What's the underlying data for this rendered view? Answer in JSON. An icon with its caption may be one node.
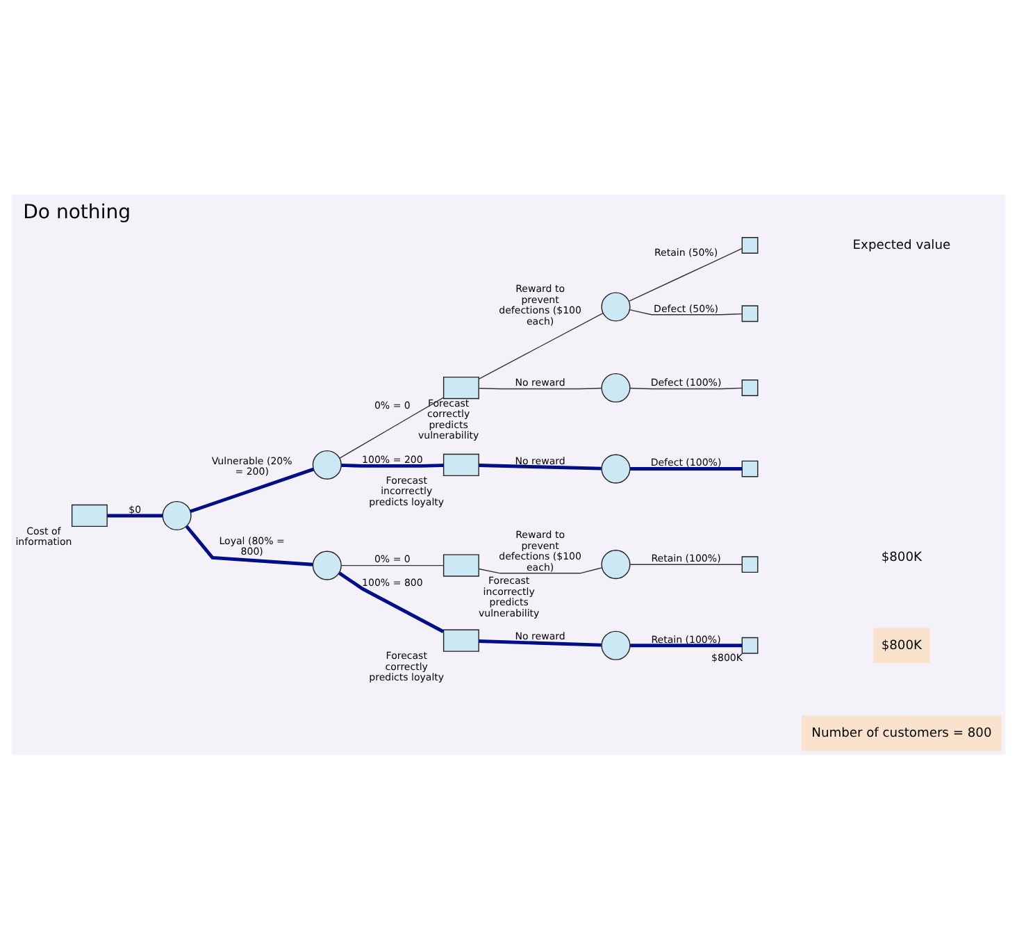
{
  "diagram": {
    "title": "Do nothing",
    "nodes": [
      {
        "text": [],
        "shape": "box",
        "beside": [
          "Cost of information"
        ]
      },
      {
        "text": [],
        "shape": "circle"
      },
      {
        "text": [],
        "shape": "circle"
      },
      {
        "text": [],
        "shape": "circle"
      },
      {
        "text": [],
        "shape": "box",
        "beside": [
          "Forecast correctly predicts vulnerability"
        ]
      },
      {
        "text": [],
        "shape": "box",
        "beside": [
          "Forecast incorrectly predicts loyalty"
        ]
      },
      {
        "text": [],
        "shape": "box",
        "beside": [
          "Forecast incorrectly predicts vulnerability"
        ]
      },
      {
        "text": [],
        "shape": "box",
        "beside": [
          "Forecast correctly predicts loyalty"
        ]
      },
      {
        "text": [],
        "shape": "circle"
      },
      {
        "text": [],
        "shape": "circle"
      },
      {
        "text": [],
        "shape": "circle"
      },
      {
        "text": [],
        "shape": "circle"
      },
      {
        "text": [],
        "shape": "circle"
      },
      {
        "text": [],
        "shape": "box"
      },
      {
        "text": [],
        "shape": "box"
      },
      {
        "text": [],
        "shape": "box"
      },
      {
        "text": [],
        "shape": "box"
      },
      {
        "text": [],
        "shape": "box"
      },
      {
        "text": [],
        "shape": "box",
        "beside": [
          "$800K"
        ]
      }
    ],
    "edges": [
      {
        "from": 0,
        "to": 1,
        "arrow": "none",
        "label": "$0",
        "style": "thick",
        "color": "#000e8a"
      },
      {
        "from": 1,
        "to": 2,
        "arrow": "none",
        "label": "Vulnerable (20% = 200)",
        "style": "thick",
        "color": "#000e8a"
      },
      {
        "from": 1,
        "to": 3,
        "arrow": "none",
        "label": "Loyal (80% = 800)",
        "style": "thick",
        "color": "#000e8a"
      },
      {
        "from": 2,
        "to": 4,
        "arrow": "none",
        "label": "0% = 0"
      },
      {
        "from": 2,
        "to": 5,
        "arrow": "none",
        "label": "100% = 200",
        "style": "thick",
        "color": "#000e8a"
      },
      {
        "from": 3,
        "to": 6,
        "arrow": "none",
        "label": "0% = 0"
      },
      {
        "from": 3,
        "to": 7,
        "arrow": "none",
        "label": "100% = 800",
        "style": "thick",
        "color": "#000e8a"
      },
      {
        "from": 4,
        "to": 8,
        "arrow": "none",
        "label": "Reward to prevent defections ($100 each)"
      },
      {
        "from": 4,
        "to": 9,
        "arrow": "none",
        "label": "No reward"
      },
      {
        "from": 5,
        "to": 10,
        "arrow": "none",
        "label": "No reward",
        "style": "thick",
        "color": "#000e8a"
      },
      {
        "from": 6,
        "to": 11,
        "arrow": "none",
        "label": "Reward to prevent defections ($100 each)"
      },
      {
        "from": 7,
        "to": 12,
        "arrow": "none",
        "label": "No reward",
        "style": "thick",
        "color": "#000e8a"
      },
      {
        "from": 8,
        "to": 13,
        "arrow": "none",
        "label": "Retain (50%)"
      },
      {
        "from": 8,
        "to": 14,
        "arrow": "none",
        "label": "Defect (50%)"
      },
      {
        "from": 9,
        "to": 15,
        "arrow": "none",
        "label": "Defect (100%)"
      },
      {
        "from": 10,
        "to": 16,
        "arrow": "none",
        "label": "Defect (100%)",
        "style": "thick",
        "color": "#000e8a"
      },
      {
        "from": 11,
        "to": 17,
        "arrow": "none",
        "label": "Retain (100%)"
      },
      {
        "from": 12,
        "to": 18,
        "arrow": "none",
        "label": "Retain (100%)",
        "style": "thick",
        "color": "#000e8a"
      }
    ],
    "labels": [
      "Expected value",
      "$800K",
      "$800K",
      "Number of customers = 800"
    ]
  }
}
